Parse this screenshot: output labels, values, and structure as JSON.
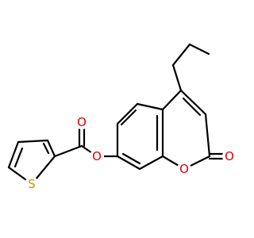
{
  "molecule": {
    "atoms": {
      "sulfur": {
        "symbol": "S",
        "color": "#b8a000"
      },
      "ester_carbonyl_o": {
        "symbol": "O",
        "color": "#e00000"
      },
      "ester_link_o": {
        "symbol": "O",
        "color": "#e00000"
      },
      "ring_o": {
        "symbol": "O",
        "color": "#e00000"
      },
      "lactone_carbonyl_o": {
        "symbol": "O",
        "color": "#e00000"
      }
    },
    "bond_color": "#000000"
  }
}
